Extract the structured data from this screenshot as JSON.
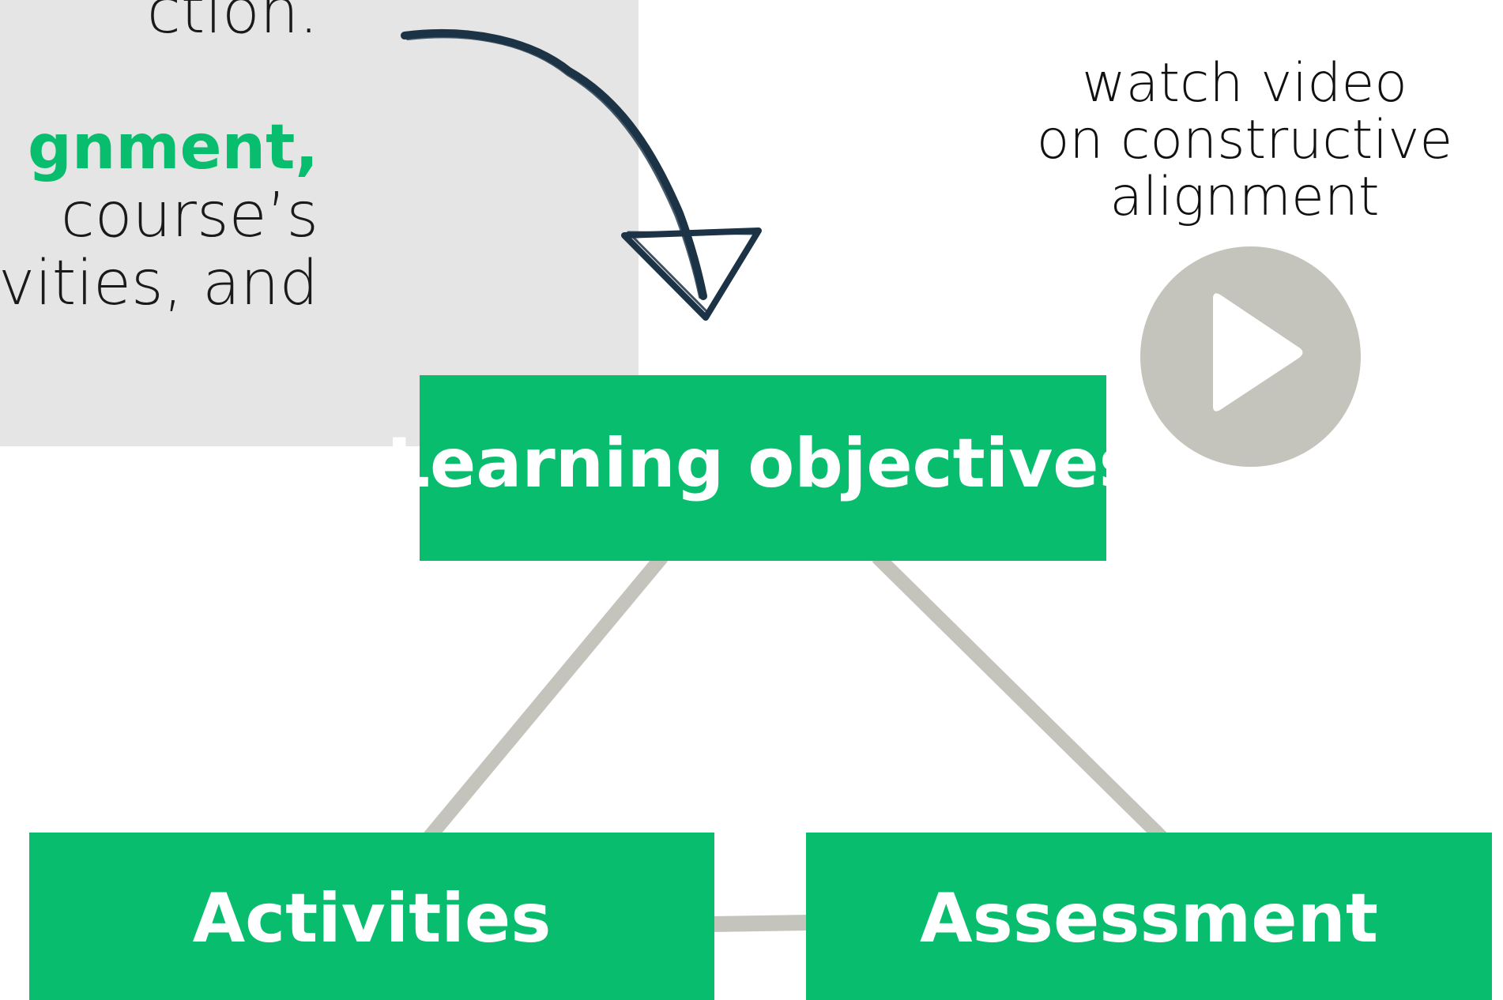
{
  "intro": {
    "line1": "ction.",
    "highlight": "gnment",
    "highlight_suffix": ",",
    "line3": " course’s",
    "line4": "ivities, and"
  },
  "diagram": {
    "objectives_label": "Learning objectives",
    "activities_label": "Activities",
    "assessment_label": "Assessment"
  },
  "video": {
    "caption_line1": "watch video",
    "caption_line2": "on constructive",
    "caption_line3": "alignment",
    "play_icon": "play-icon"
  },
  "colors": {
    "accent_green": "#08bd6e",
    "connector_gray": "#c4c4bc",
    "play_button_gray": "#c4c4bc",
    "arrow_navy": "#1c3346",
    "panel_gray": "#e5e5e5"
  }
}
